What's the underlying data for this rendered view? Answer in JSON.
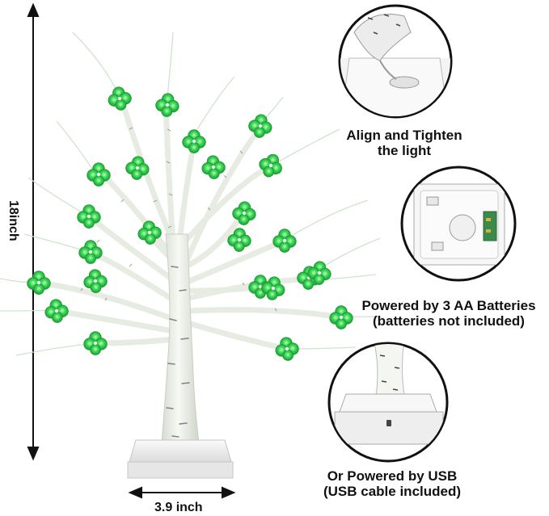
{
  "dimensions": {
    "height_label": "18inch",
    "width_label": "3.9 inch"
  },
  "callouts": [
    {
      "line1": "Align and Tighten",
      "line2": "the light"
    },
    {
      "line1": "Powered by 3 AA Batteries",
      "line2": "(batteries not included)"
    },
    {
      "line1": "Or Powered by USB",
      "line2": "(USB cable included)"
    }
  ],
  "colors": {
    "shamrock": "#2fcf4a",
    "shamrock_dark": "#1d9e36",
    "trunk": "#eef2ea",
    "bark_mark": "#5a5a55",
    "base": "#f3f3f3",
    "text": "#111111"
  },
  "icons": [
    "shamrock-light-icon",
    "battery-box-icon",
    "usb-port-icon"
  ]
}
